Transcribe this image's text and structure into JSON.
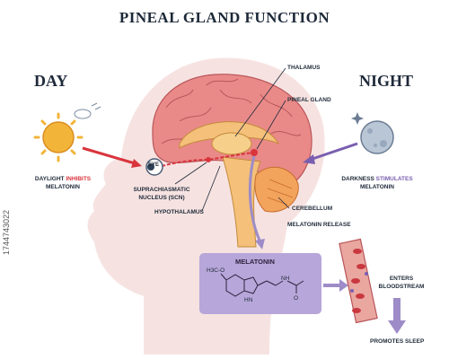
{
  "title": "PINEAL GLAND FUNCTION",
  "day": {
    "heading": "DAY",
    "caption_part1": "DAYLIGHT ",
    "caption_emphasis": "INHIBITS",
    "caption_line2": "MELATONIN"
  },
  "night": {
    "heading": "NIGHT",
    "caption_part1": "DARKNESS ",
    "caption_emphasis": "STIMULATES",
    "caption_line2": "MELATONIN"
  },
  "labels": {
    "eye": "EYE",
    "thalamus": "THALAMUS",
    "pineal_gland": "PINEAL GLAND",
    "scn_line1": "SUPRACHIASMATIC",
    "scn_line2": "NUCLEUS (SCN)",
    "hypothalamus": "HYPOTHALAMUS",
    "cerebellum": "CEREBELLUM",
    "melatonin_release": "MELATONIN RELEASE",
    "melatonin": "MELATONIN",
    "enters_line1": "ENTERS",
    "enters_line2": "BLOODSTREAM",
    "promotes_sleep": "PROMOTES SLEEP",
    "methoxy": "H3C-O",
    "nh": "NH",
    "hn": "HN",
    "o": "O"
  },
  "watermark": "1744743022",
  "colors": {
    "sun": "#f3b43a",
    "moon": "#b9c6d6",
    "inhibit_red": "#d9343d",
    "stimulate_purple": "#7a5fb0",
    "brain": "#e98a88",
    "head": "#f6e3e1",
    "melatonin_box": "#b7a6d9",
    "blood_vessel": "#e9a7a0"
  }
}
